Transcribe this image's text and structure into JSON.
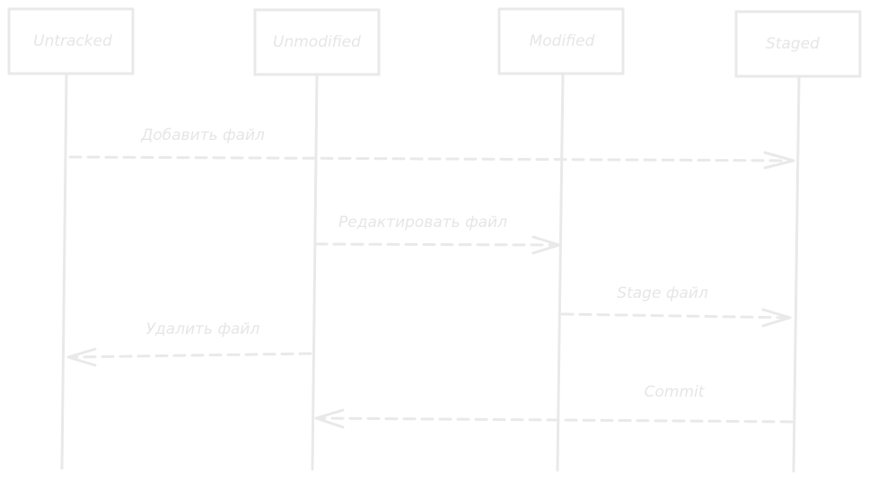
{
  "diagram": {
    "type": "sequence",
    "color": "#e9e9e9",
    "actors": [
      {
        "id": "untracked",
        "label": "Untracked"
      },
      {
        "id": "unmodified",
        "label": "Unmodified"
      },
      {
        "id": "modified",
        "label": "Modified"
      },
      {
        "id": "staged",
        "label": "Staged"
      }
    ],
    "messages": [
      {
        "id": "add-file",
        "from": "untracked",
        "to": "staged",
        "label": "Добавить файл"
      },
      {
        "id": "edit-file",
        "from": "unmodified",
        "to": "modified",
        "label": "Редактировать файл"
      },
      {
        "id": "stage-file",
        "from": "modified",
        "to": "staged",
        "label": "Stage файл"
      },
      {
        "id": "remove-file",
        "from": "unmodified",
        "to": "untracked",
        "label": "Удалить файл"
      },
      {
        "id": "commit",
        "from": "staged",
        "to": "unmodified",
        "label": "Commit"
      }
    ]
  }
}
